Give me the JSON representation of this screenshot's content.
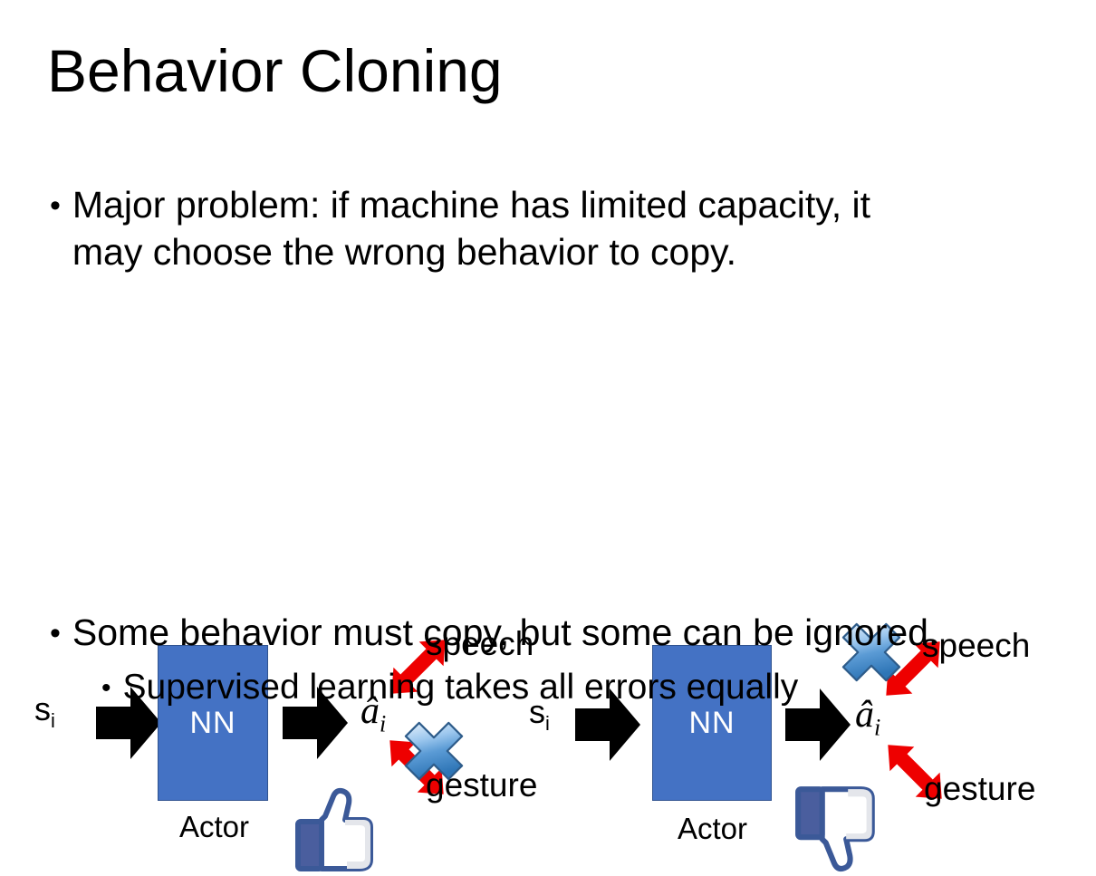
{
  "slide": {
    "title": "Behavior Cloning",
    "background_color": "#FFFFFF"
  },
  "bullets": {
    "top": {
      "marker": "•",
      "text": "Major problem: if machine has limited capacity, it may choose the wrong behavior to copy."
    },
    "bottom_level1": {
      "marker": "•",
      "text": "Some behavior must copy, but some can be ignored."
    },
    "bottom_level2": {
      "marker": "•",
      "text": "Supervised learning takes all errors equally"
    }
  },
  "diagrams": [
    {
      "id": "left",
      "state_label": "s",
      "state_subscript": "i",
      "box_label": "NN",
      "box_caption": "Actor",
      "box_color": "#4472C4",
      "box_border_color": "#2F528F",
      "output_label": "â",
      "output_subscript": "i",
      "branches": [
        {
          "name": "speech",
          "label": "speech",
          "direction": "up",
          "crossed_out": false
        },
        {
          "name": "gesture",
          "label": "gesture",
          "direction": "down",
          "crossed_out": true
        }
      ],
      "feedback_icon": "thumbs-up-icon",
      "arrow_color": "#EE0000",
      "cross_color": "#4A90D9"
    },
    {
      "id": "right",
      "state_label": "s",
      "state_subscript": "i",
      "box_label": "NN",
      "box_caption": "Actor",
      "box_color": "#4472C4",
      "box_border_color": "#2F528F",
      "output_label": "â",
      "output_subscript": "i",
      "branches": [
        {
          "name": "speech",
          "label": "speech",
          "direction": "up",
          "crossed_out": true
        },
        {
          "name": "gesture",
          "label": "gesture",
          "direction": "down",
          "crossed_out": false
        }
      ],
      "feedback_icon": "thumbs-down-icon",
      "arrow_color": "#EE0000",
      "cross_color": "#4A90D9"
    }
  ]
}
